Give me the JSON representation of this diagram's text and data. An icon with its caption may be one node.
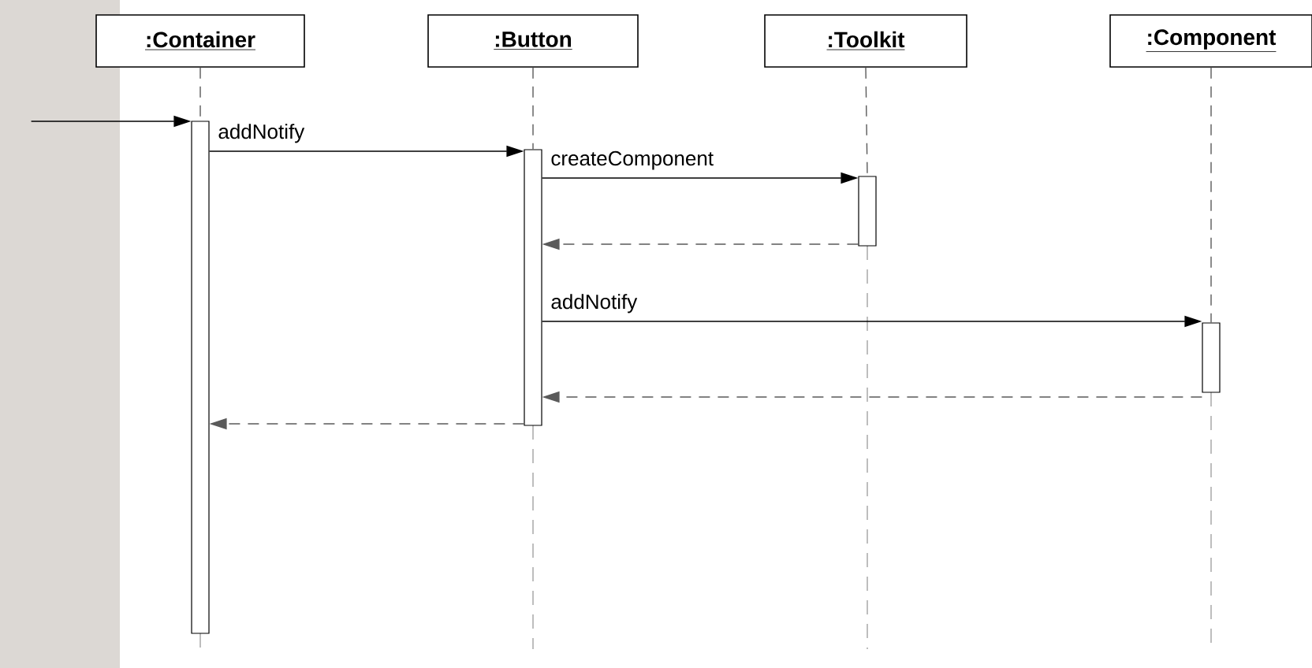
{
  "diagram": {
    "nodes": [
      {
        "text": [
          ":Container"
        ]
      },
      {
        "text": [
          ":Button"
        ]
      },
      {
        "text": [
          ":Toolkit"
        ]
      },
      {
        "text": [
          ":Component"
        ]
      },
      {
        "text": [],
        "shape": "bar"
      },
      {
        "text": [],
        "shape": "bar"
      },
      {
        "text": [],
        "shape": "bar"
      },
      {
        "text": [],
        "shape": "bar"
      },
      {
        "text": [],
        "shape": "box"
      }
    ],
    "edges": [
      {
        "from": 8,
        "to": 4,
        "arrow": "to"
      },
      {
        "from": 4,
        "to": 5,
        "arrow": "to",
        "label": "addNotify"
      },
      {
        "from": 5,
        "to": 6,
        "arrow": "to",
        "label": "createComponent"
      },
      {
        "from": 6,
        "to": 5,
        "arrow": "to",
        "style": "dashed"
      },
      {
        "from": 5,
        "to": 7,
        "arrow": "to",
        "label": "addNotify"
      },
      {
        "from": 7,
        "to": 5,
        "arrow": "to",
        "style": "dashed"
      },
      {
        "from": 5,
        "to": 4,
        "arrow": "to",
        "style": "dashed"
      },
      {
        "from": 0,
        "to": 4,
        "arrow": "none",
        "style": "dashed"
      },
      {
        "from": 1,
        "to": 5,
        "arrow": "none",
        "style": "dashed"
      },
      {
        "from": 2,
        "to": 6,
        "arrow": "none",
        "style": "dashed"
      },
      {
        "from": 3,
        "to": 7,
        "arrow": "none",
        "style": "dashed"
      }
    ]
  }
}
